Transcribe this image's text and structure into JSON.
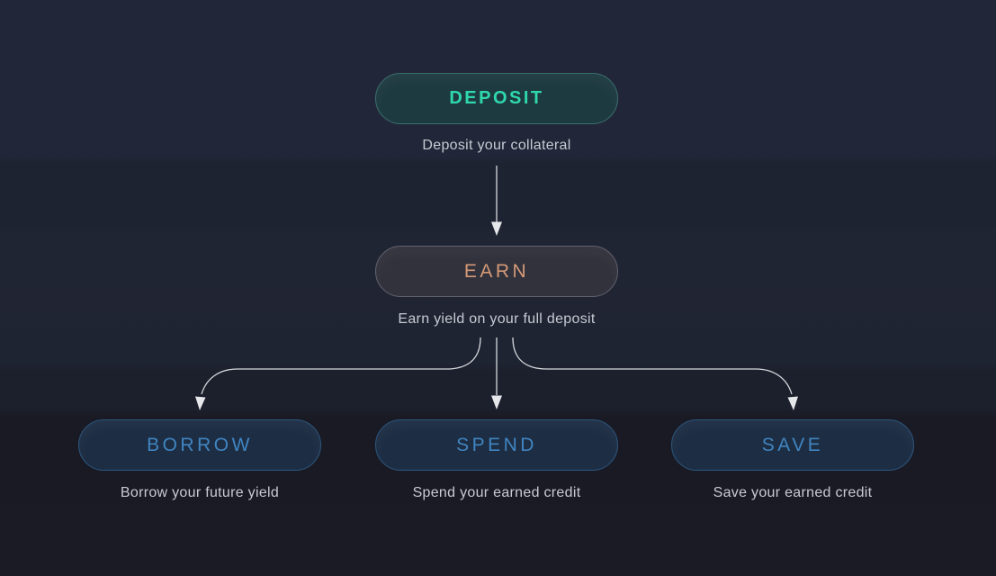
{
  "diagram": {
    "title": "deposit-earn-flowchart",
    "background": {
      "top": "#212738",
      "bottom": "#1a1b25"
    },
    "connector_color": "#f0f2f6",
    "caption_color": "#c7cad3",
    "nodes": {
      "deposit": {
        "label": "DEPOSIT",
        "caption": "Deposit your collateral",
        "accent": "#2fd8ab",
        "border": "#3a6f6e",
        "fill": "#1e3a41"
      },
      "earn": {
        "label": "EARN",
        "caption": "Earn yield on your full deposit",
        "accent": "#d59a77",
        "border": "#62626c",
        "fill": "#32323d"
      },
      "borrow": {
        "label": "BORROW",
        "caption": "Borrow your future yield",
        "accent": "#4084c0",
        "border": "#2d567e",
        "fill": "#1d2e44"
      },
      "spend": {
        "label": "SPEND",
        "caption": "Spend your earned credit",
        "accent": "#4084c0",
        "border": "#2d567e",
        "fill": "#1d2e44"
      },
      "save": {
        "label": "SAVE",
        "caption": "Save your earned credit",
        "accent": "#4084c0",
        "border": "#2d567e",
        "fill": "#1d2e44"
      }
    },
    "edges": [
      {
        "from": "deposit",
        "to": "earn"
      },
      {
        "from": "earn",
        "to": "borrow"
      },
      {
        "from": "earn",
        "to": "spend"
      },
      {
        "from": "earn",
        "to": "save"
      }
    ]
  }
}
